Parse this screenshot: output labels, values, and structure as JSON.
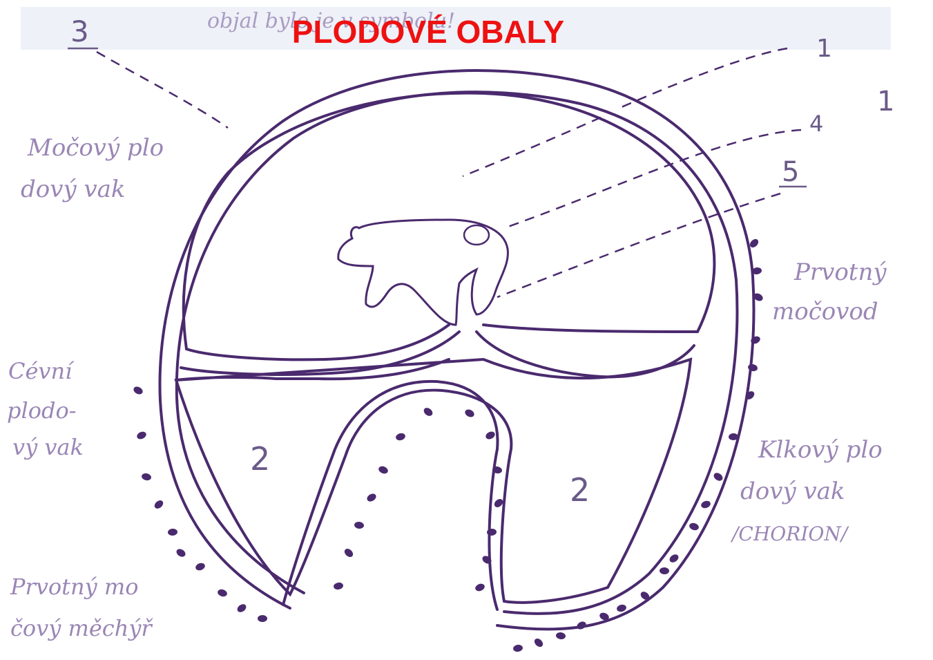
{
  "title": "PLODOVÉ  OBALY",
  "faint_header": "objal bylo je v symbolu!",
  "numbers": {
    "n1": "1",
    "n1b": "1",
    "n2a": "2",
    "n2b": "2",
    "n3": "3",
    "n4": "4",
    "n5": "5"
  },
  "labels": {
    "mocovy_1": "Močový plo",
    "mocovy_2": "dový vak",
    "prvotny_moc_1": "Prvotný",
    "prvotny_moc_2": "močovod",
    "cevni_1": "Cévní",
    "cevni_2": "plodo-",
    "cevni_3": "vý vak",
    "klkovy_1": "Klkový plo",
    "klkovy_2": "dový vak",
    "klkovy_3": "/CHORION/",
    "prvotny_mech_1": "Prvotný mo",
    "prvotny_mech_2": "čový měchýř"
  },
  "colors": {
    "title": "#ee1111",
    "ink": "#4a2a6e",
    "pencil": "#9a86b5",
    "header_band": "#eef1f8"
  }
}
